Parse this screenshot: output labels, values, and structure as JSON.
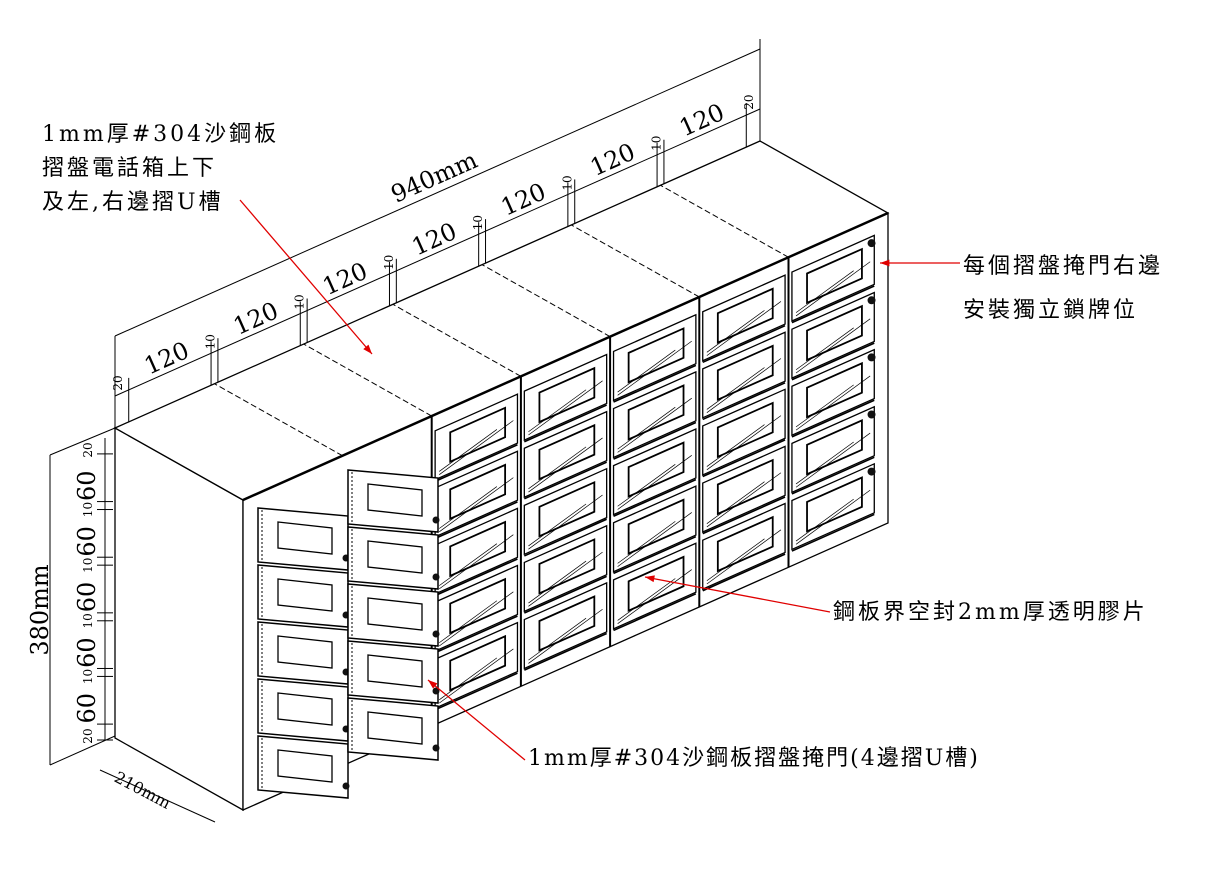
{
  "drawing": {
    "total_width_label": "940mm",
    "total_height_label": "380mm",
    "depth_label": "210mm",
    "width_segments": [
      "20",
      "120",
      "10",
      "120",
      "10",
      "120",
      "10",
      "120",
      "10",
      "120",
      "10",
      "120",
      "10",
      "120",
      "20"
    ],
    "height_segments": [
      "20",
      "60",
      "10",
      "60",
      "10",
      "60",
      "10",
      "60",
      "10",
      "60",
      "20"
    ],
    "columns": 7,
    "rows": 5,
    "open_columns": 2
  },
  "notes": {
    "top_panel": [
      "1mm厚#304沙鋼板",
      "摺盤電話箱上下",
      "及左,右邊摺U槽"
    ],
    "lock": [
      "每個摺盤掩門右邊",
      "安裝獨立鎖牌位"
    ],
    "window": "鋼板界空封2mm厚透明膠片",
    "door": "1mm厚#304沙鋼板摺盤掩門(4邊摺U槽)"
  },
  "colors": {
    "line": "#000000",
    "leader": "#e00000"
  }
}
